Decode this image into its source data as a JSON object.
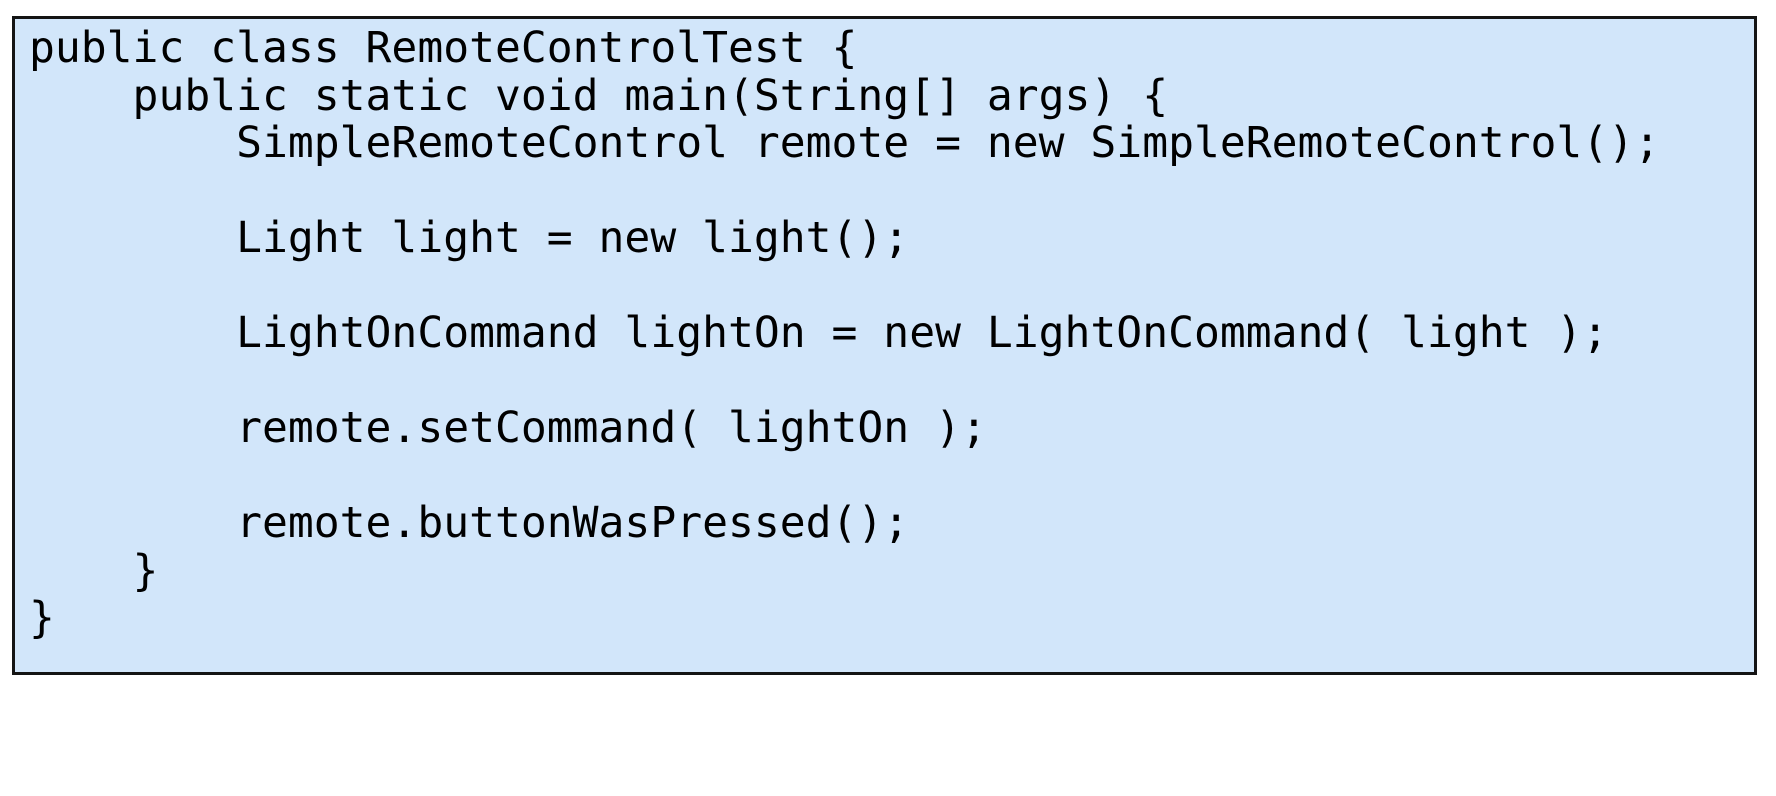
{
  "figure": {
    "kind": "code-snippet-figure",
    "language": "Java",
    "box": {
      "background_color": "#d2e6fa",
      "border_color": "#141414",
      "text_color": "#000000"
    },
    "page_background_color": "#ffffff"
  },
  "code": {
    "full_text": "public class RemoteControlTest {\n    public static void main(String[] args) {\n        SimpleRemoteControl remote = new SimpleRemoteControl();\n\n        Light light = new light();\n\n        LightOnCommand lightOn = new LightOnCommand( light );\n\n        remote.setCommand( lightOn );\n\n        remote.buttonWasPressed();\n    }\n}",
    "lines": [
      "public class RemoteControlTest {",
      "    public static void main(String[] args) {",
      "        SimpleRemoteControl remote = new SimpleRemoteControl();",
      "",
      "        Light light = new light();",
      "",
      "        LightOnCommand lightOn = new LightOnCommand( light );",
      "",
      "        remote.setCommand( lightOn );",
      "",
      "        remote.buttonWasPressed();",
      "    }",
      "}"
    ]
  }
}
